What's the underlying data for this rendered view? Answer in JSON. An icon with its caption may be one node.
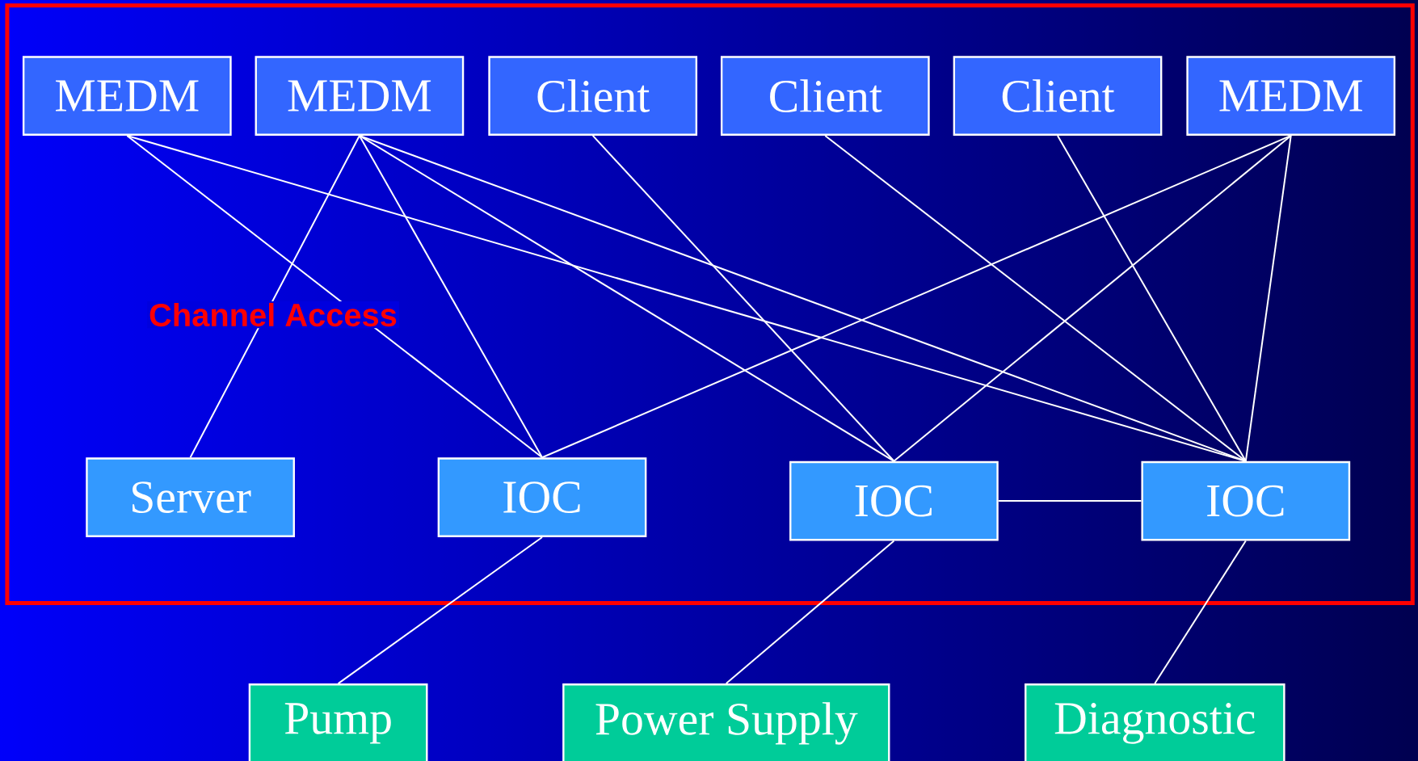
{
  "diagram": {
    "nodes": [
      {
        "text": [
          "Channel Access"
        ]
      },
      {
        "text": [
          "MEDM"
        ],
        "in": 0
      },
      {
        "text": [
          "MEDM"
        ],
        "in": 0
      },
      {
        "text": [
          "Client"
        ],
        "in": 0
      },
      {
        "text": [
          "Client"
        ],
        "in": 0
      },
      {
        "text": [
          "Client"
        ],
        "in": 0
      },
      {
        "text": [
          "MEDM"
        ],
        "in": 0
      },
      {
        "text": [
          "Server"
        ],
        "in": 0
      },
      {
        "text": [
          "IOC"
        ],
        "in": 0
      },
      {
        "text": [
          "IOC"
        ],
        "in": 0
      },
      {
        "text": [
          "IOC"
        ],
        "in": 0
      },
      {
        "text": [
          "Pump"
        ]
      },
      {
        "text": [
          "Power Supply"
        ]
      },
      {
        "text": [
          "Diagnostic"
        ]
      }
    ],
    "edges": [
      {
        "from": 1,
        "to": 8,
        "arrow": "none"
      },
      {
        "from": 1,
        "to": 10,
        "arrow": "none"
      },
      {
        "from": 2,
        "to": 7,
        "arrow": "none"
      },
      {
        "from": 2,
        "to": 8,
        "arrow": "none"
      },
      {
        "from": 2,
        "to": 9,
        "arrow": "none"
      },
      {
        "from": 2,
        "to": 10,
        "arrow": "none"
      },
      {
        "from": 3,
        "to": 9,
        "arrow": "none"
      },
      {
        "from": 4,
        "to": 10,
        "arrow": "none"
      },
      {
        "from": 5,
        "to": 10,
        "arrow": "none"
      },
      {
        "from": 6,
        "to": 8,
        "arrow": "none"
      },
      {
        "from": 6,
        "to": 9,
        "arrow": "none"
      },
      {
        "from": 6,
        "to": 10,
        "arrow": "none"
      },
      {
        "from": 9,
        "to": 10,
        "arrow": "none"
      },
      {
        "from": 8,
        "to": 11,
        "arrow": "none"
      },
      {
        "from": 9,
        "to": 12,
        "arrow": "none"
      },
      {
        "from": 10,
        "to": 13,
        "arrow": "none"
      }
    ]
  }
}
